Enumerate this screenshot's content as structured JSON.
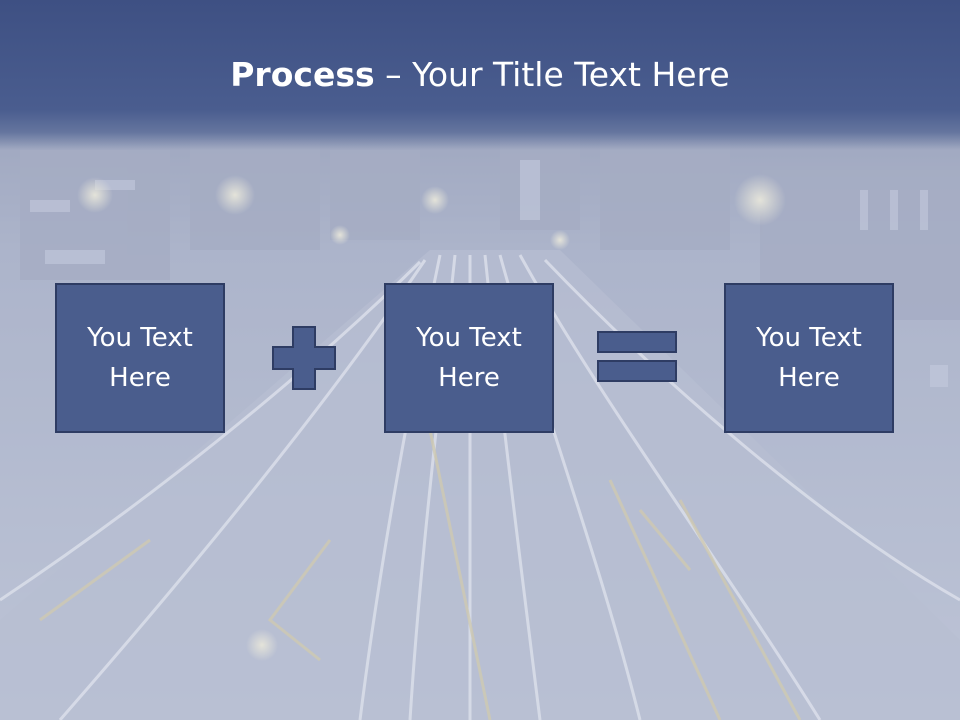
{
  "title": {
    "bold": "Process",
    "rest": " – Your Title Text Here"
  },
  "process": {
    "boxes": [
      {
        "label": "You Text Here"
      },
      {
        "label": "You Text Here"
      },
      {
        "label": "You Text Here"
      }
    ],
    "operators": [
      "plus-icon",
      "equals-icon"
    ]
  },
  "colors": {
    "title_band": "#3e5083",
    "box_fill": "#4a5d8d",
    "box_border": "#2e3c63",
    "text": "#ffffff"
  }
}
